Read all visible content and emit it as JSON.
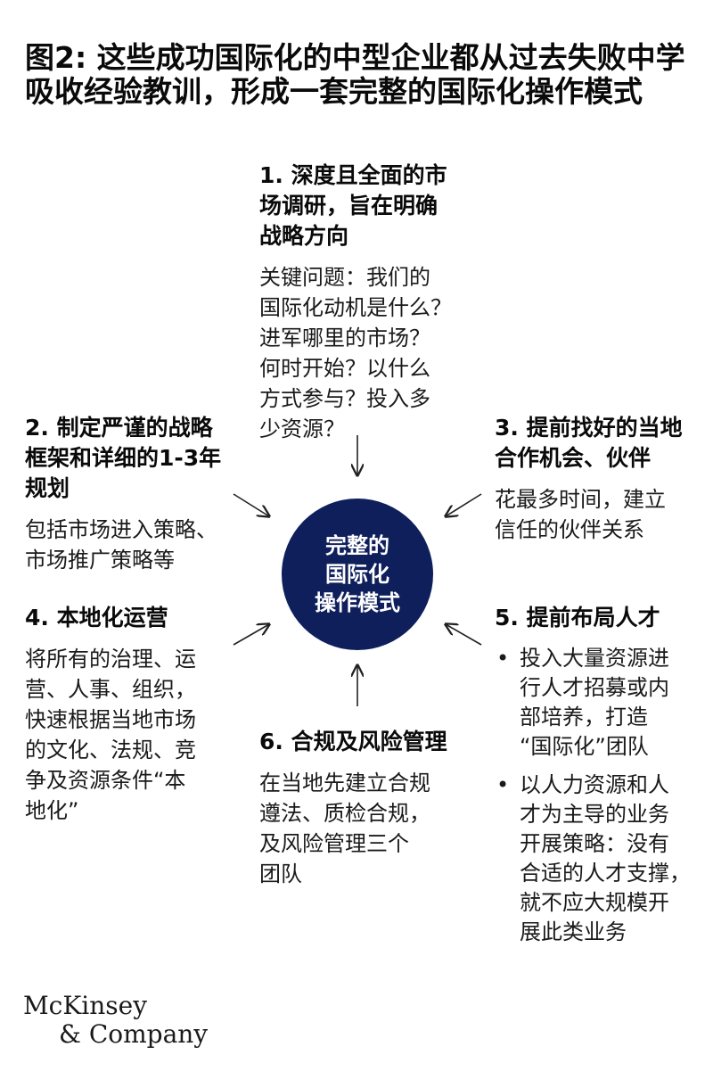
{
  "title": {
    "lines": [
      "图2: 这些成功国际化的中型企业都从过去失败中学",
      "吸收经验教训，形成一套完整的国际化操作模式"
    ]
  },
  "center": {
    "lines": [
      "完整的",
      "国际化",
      "操作模式"
    ],
    "color": "#0f1f5c"
  },
  "nodes": {
    "n1": {
      "heading": [
        "1. 深度且全面的市",
        "场调研，旨在明确",
        "战略方向"
      ],
      "body": [
        "关键问题：我们的",
        "国际化动机是什么？",
        "进军哪里的市场？",
        "何时开始？以什么",
        "方式参与？投入多",
        "少资源？"
      ]
    },
    "n2": {
      "heading": [
        "2. 制定严谨的战略",
        "框架和详细的1-3年",
        "规划"
      ],
      "body": [
        "包括市场进入策略、",
        "市场推广策略等"
      ]
    },
    "n3": {
      "heading": [
        "3. 提前找好的当地",
        "合作机会、伙伴"
      ],
      "body": [
        "花最多时间，建立",
        "信任的伙伴关系"
      ]
    },
    "n4": {
      "heading": [
        "4. 本地化运营"
      ],
      "body": [
        "将所有的治理、运",
        "营、人事、组织，",
        "快速根据当地市场",
        "的文化、法规、竞",
        "争及资源条件“本",
        "地化”"
      ]
    },
    "n5": {
      "heading": [
        "5. 提前布局人才"
      ],
      "bullets": [
        [
          "投入大量资源进",
          "行人才招募或内",
          "部培养，打造",
          "“国际化”团队"
        ],
        [
          "以人力资源和人",
          "才为主导的业务",
          "开展策略：没有",
          "合适的人才支撑，",
          "就不应大规模开",
          "展此类业务"
        ]
      ]
    },
    "n6": {
      "heading": [
        "6. 合规及风险管理"
      ],
      "body": [
        "在当地先建立合规",
        "遵法、质检合规，",
        "及风险管理三个",
        "团队"
      ]
    }
  },
  "logo": {
    "lines": [
      "McKinsey",
      "& Company"
    ]
  }
}
